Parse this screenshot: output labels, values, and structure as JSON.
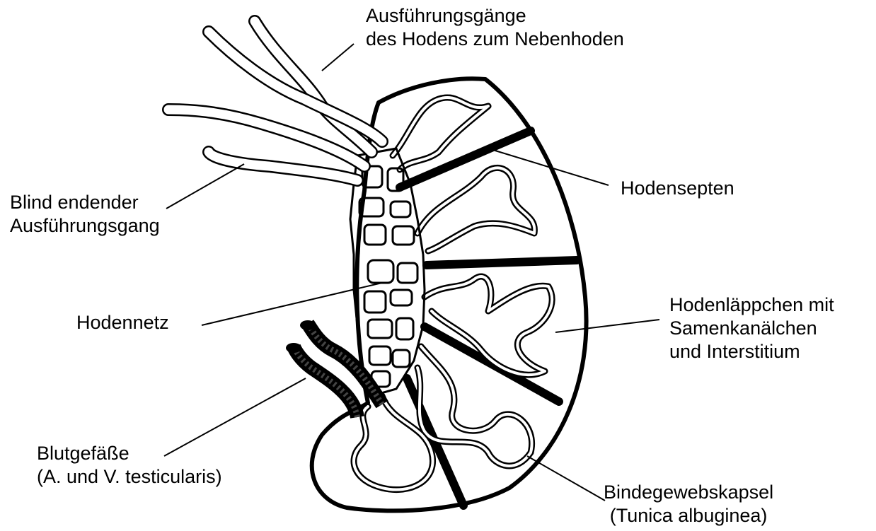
{
  "labels": {
    "efferent_ducts": [
      "Ausführungsgänge",
      "des Hodens zum Nebenhoden"
    ],
    "septa": "Hodensepten",
    "blind_duct": [
      "Blind endender",
      "Ausführungsgang"
    ],
    "rete_testis": "Hodennetz",
    "lobules": [
      "Hodenläppchen mit",
      "Samenkanälchen",
      "und Interstitium"
    ],
    "vessels": [
      "Blutgefäße",
      "(A. und V. testicularis)"
    ],
    "capsule": [
      "Bindegewebskapsel",
      "(Tunica albuginea)"
    ]
  }
}
